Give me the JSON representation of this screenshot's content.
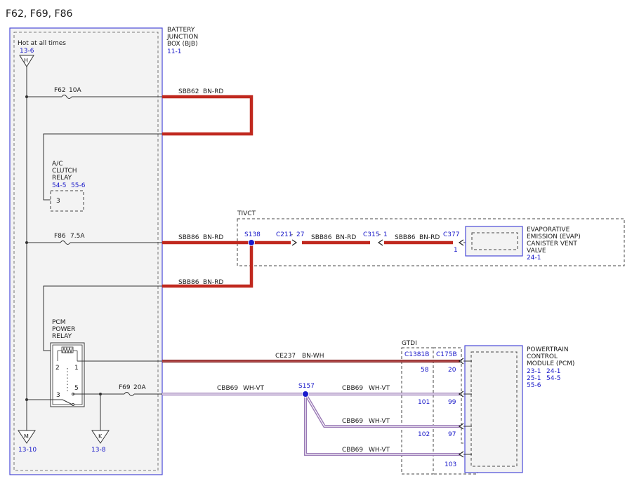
{
  "title": "F62, F69, F86",
  "bjb": {
    "name_lines": [
      "BATTERY",
      "JUNCTION",
      "BOX (BJB)"
    ],
    "ref": "11-1"
  },
  "hot": {
    "label": "Hot at all times",
    "ref": "13-6",
    "connector_letter": "H"
  },
  "fuses": {
    "f62": {
      "name": "F62",
      "rating": "10A"
    },
    "f86": {
      "name": "F86",
      "rating": "7.5A"
    },
    "f69": {
      "name": "F69",
      "rating": "20A"
    }
  },
  "wires": {
    "sbb62": {
      "circuit": "SBB62",
      "color": "BN-RD"
    },
    "sbb86_a": {
      "circuit": "SBB86",
      "color": "BN-RD"
    },
    "sbb86_b": {
      "circuit": "SBB86",
      "color": "BN-RD"
    },
    "sbb86_c": {
      "circuit": "SBB86",
      "color": "BN-RD"
    },
    "sbb86_d": {
      "circuit": "SBB86",
      "color": "BN-RD"
    },
    "ce237": {
      "circuit": "CE237",
      "color": "BN-WH"
    },
    "cbb69_a": {
      "circuit": "CBB69",
      "color": "WH-VT"
    },
    "cbb69_b": {
      "circuit": "CBB69",
      "color": "WH-VT"
    },
    "cbb69_c": {
      "circuit": "CBB69",
      "color": "WH-VT"
    },
    "cbb69_d": {
      "circuit": "CBB69",
      "color": "WH-VT"
    }
  },
  "ac_relay": {
    "name_lines": [
      "A/C",
      "CLUTCH",
      "RELAY"
    ],
    "ref1": "54-5",
    "ref2": "55-6",
    "pin": "3"
  },
  "pcm_relay": {
    "name_lines": [
      "PCM",
      "POWER",
      "RELAY"
    ],
    "pin2": "2",
    "pin1": "1",
    "pin3": "3",
    "pin5": "5"
  },
  "tivct": {
    "label": "TIVCT"
  },
  "splices": {
    "s138": "S138",
    "s157": "S157"
  },
  "connectors": {
    "c211": {
      "name": "C211",
      "pin": "27"
    },
    "c315": {
      "name": "C315",
      "pin": "1"
    },
    "c377": {
      "name": "C377",
      "pin": "1"
    },
    "c1381b": {
      "name": "C1381B",
      "pin_a": "58",
      "pin_b": "101",
      "pin_c": "102"
    },
    "c175b": {
      "name": "C175B",
      "pin_a": "20",
      "pin_b": "99",
      "pin_c": "97",
      "pin_d": "103"
    }
  },
  "evap": {
    "name_lines": [
      "EVAPORATIVE",
      "EMISSION (EVAP)",
      "CANISTER VENT",
      "VALVE"
    ],
    "ref": "24-1"
  },
  "gtdi": {
    "label": "GTDI"
  },
  "pcm": {
    "name_lines": [
      "POWERTRAIN",
      "CONTROL",
      "MODULE (PCM)"
    ],
    "refs": [
      "23-1",
      "24-1",
      "25-1",
      "54-5",
      "55-6"
    ]
  },
  "grounds": {
    "m": {
      "letter": "M",
      "ref": "13-10"
    },
    "k": {
      "letter": "K",
      "ref": "13-8"
    }
  },
  "colors": {
    "sbb_wire": "#c0281e",
    "ce237_wire": "#8a1a1a",
    "cbb69_wire": "#b49ac8",
    "ref_text": "#1515c8"
  }
}
